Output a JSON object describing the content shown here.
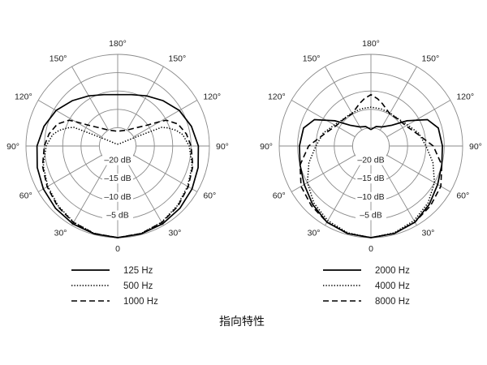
{
  "title": "指向特性",
  "chart_data": [
    {
      "type": "polar",
      "angle_labels": {
        "a180": "180°",
        "a150": "150°",
        "a120": "120°",
        "a90": "90°",
        "a60": "60°",
        "a30": "30°",
        "a0": "0"
      },
      "ring_labels": [
        "–20 dB",
        "–15 dB",
        "–10 dB",
        "–5 dB"
      ],
      "r_range_db": [
        -25,
        0
      ],
      "symmetric": true,
      "series": [
        {
          "name": "125 Hz",
          "style": "solid",
          "angles": [
            0,
            15,
            30,
            45,
            60,
            75,
            90,
            105,
            120,
            135,
            150,
            165,
            180
          ],
          "db": [
            0,
            -0.2,
            -0.5,
            -1,
            -1.6,
            -2.3,
            -3,
            -4.2,
            -5.6,
            -7.5,
            -9.2,
            -10.5,
            -11
          ]
        },
        {
          "name": "500 Hz",
          "style": "dotted",
          "angles": [
            0,
            15,
            30,
            45,
            60,
            75,
            90,
            100,
            105,
            110,
            113,
            115,
            120,
            135,
            150,
            180
          ],
          "db": [
            0,
            -0.3,
            -1,
            -2,
            -3,
            -4,
            -5.5,
            -7,
            -8.5,
            -10.5,
            -12,
            -17.7,
            -22,
            -24,
            -24.3,
            -24.5
          ]
        },
        {
          "name": "1000 Hz",
          "style": "dashed",
          "angles": [
            0,
            15,
            30,
            45,
            60,
            75,
            90,
            100,
            110,
            118,
            120,
            125,
            135,
            150,
            165,
            180
          ],
          "db": [
            0,
            -0.3,
            -0.9,
            -1.8,
            -2.8,
            -3.8,
            -5,
            -6,
            -7.5,
            -10,
            -11.7,
            -15,
            -18,
            -20,
            -20.7,
            -21
          ]
        }
      ]
    },
    {
      "type": "polar",
      "angle_labels": {
        "a180": "180°",
        "a150": "150°",
        "a120": "120°",
        "a90": "90°",
        "a60": "60°",
        "a30": "30°",
        "a0": "0"
      },
      "ring_labels": [
        "–20 dB",
        "–15 dB",
        "–10 dB",
        "–5 dB"
      ],
      "r_range_db": [
        -25,
        0
      ],
      "symmetric": true,
      "series": [
        {
          "name": "2000 Hz",
          "style": "solid",
          "angles": [
            0,
            15,
            30,
            45,
            60,
            75,
            90,
            105,
            115,
            125,
            135,
            150,
            165,
            180
          ],
          "db": [
            0,
            -0.3,
            -1,
            -2.5,
            -4,
            -5,
            -5.5,
            -6,
            -8,
            -13,
            -17,
            -19,
            -19.5,
            -20.5
          ]
        },
        {
          "name": "4000 Hz",
          "style": "dotted",
          "angles": [
            0,
            15,
            30,
            45,
            60,
            75,
            90,
            105,
            120,
            135,
            150,
            165,
            180
          ],
          "db": [
            0,
            -0.5,
            -1.5,
            -3,
            -5,
            -7.5,
            -10,
            -11.5,
            -13.5,
            -14.5,
            -14.6,
            -14.5,
            -14.4
          ]
        },
        {
          "name": "8000 Hz",
          "style": "dashed",
          "angles": [
            0,
            15,
            30,
            45,
            60,
            75,
            90,
            105,
            120,
            135,
            150,
            165,
            172,
            180
          ],
          "db": [
            0,
            -0.3,
            -1,
            -2,
            -3,
            -5,
            -8,
            -12,
            -14,
            -14.6,
            -14.8,
            -13,
            -12,
            -11
          ]
        }
      ]
    }
  ]
}
